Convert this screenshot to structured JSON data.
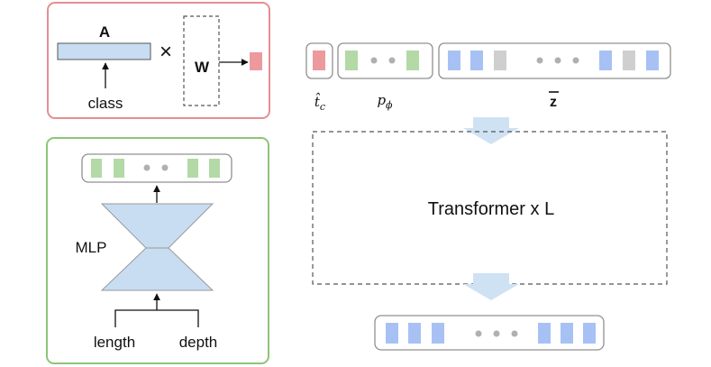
{
  "colors": {
    "red_panel_border": "#e58f93",
    "green_panel_border": "#8cc57a",
    "blue_fill": "#c8ddf2",
    "blue_token": "#a7c1f4",
    "green_token": "#b3d9a6",
    "red_token": "#ec9a9e",
    "gray_token": "#cfcfcf",
    "arrow_fill": "#cfe2f3",
    "outline": "#909090",
    "dot": "#b0b0b0"
  },
  "top_left_panel": {
    "matrix_label": "A",
    "multiply_symbol": "×",
    "weight_label": "W",
    "input_label": "class"
  },
  "bottom_left_panel": {
    "network_label": "MLP",
    "input_length_label": "length",
    "input_depth_label": "depth"
  },
  "token_row": {
    "token_label_t": "t̂",
    "token_label_t_sub": "c",
    "token_label_p": "p",
    "token_label_p_sub": "ϕ",
    "token_label_z": "z"
  },
  "transformer_block": {
    "label": "Transformer x L"
  }
}
